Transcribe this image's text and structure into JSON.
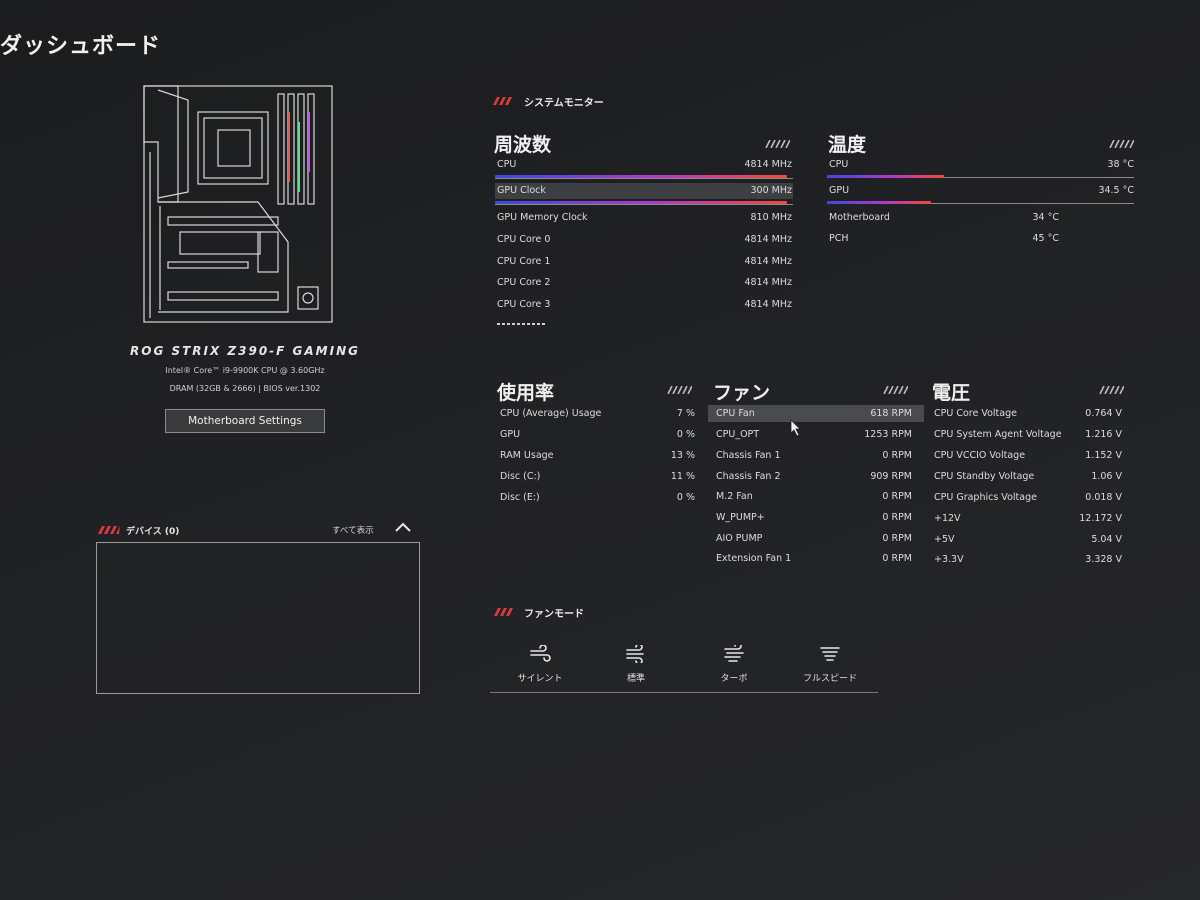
{
  "page": {
    "title": "ダッシュボード"
  },
  "motherboard": {
    "name": "ROG STRIX Z390-F GAMING",
    "cpu": "Intel® Core™ i9-9900K CPU @ 3.60GHz",
    "dram": "DRAM (32GB & 2666) | BIOS ver.1302",
    "settings_button": "Motherboard Settings"
  },
  "devices": {
    "title": "デバイス (0)",
    "show_all": "すべて表示"
  },
  "system_monitor": {
    "title": "システムモニター",
    "frequency": {
      "title": "周波数",
      "rows": [
        {
          "label": "CPU",
          "value": "4814 MHz"
        },
        {
          "label": "GPU Clock",
          "value": "300 MHz"
        },
        {
          "label": "GPU Memory Clock",
          "value": "810 MHz"
        },
        {
          "label": "CPU Core 0",
          "value": "4814 MHz"
        },
        {
          "label": "CPU Core 1",
          "value": "4814 MHz"
        },
        {
          "label": "CPU Core 2",
          "value": "4814 MHz"
        },
        {
          "label": "CPU Core 3",
          "value": "4814 MHz"
        }
      ],
      "bar_levels": [
        0.98,
        0.98
      ]
    },
    "temperature": {
      "title": "温度",
      "rows": [
        {
          "label": "CPU",
          "value": "38 °C"
        },
        {
          "label": "GPU",
          "value": "34.5 °C"
        },
        {
          "label": "Motherboard",
          "value": "34 °C"
        },
        {
          "label": "PCH",
          "value": "45 °C"
        }
      ],
      "bar_levels": [
        0.38,
        0.34
      ]
    },
    "usage": {
      "title": "使用率",
      "rows": [
        {
          "label": "CPU (Average) Usage",
          "value": "7 %"
        },
        {
          "label": "GPU",
          "value": "0 %"
        },
        {
          "label": "RAM Usage",
          "value": "13 %"
        },
        {
          "label": "Disc (C:)",
          "value": "11 %"
        },
        {
          "label": "Disc (E:)",
          "value": "0 %"
        }
      ]
    },
    "fan": {
      "title": "ファン",
      "rows": [
        {
          "label": "CPU Fan",
          "value": "618 RPM"
        },
        {
          "label": "CPU_OPT",
          "value": "1253 RPM"
        },
        {
          "label": "Chassis Fan 1",
          "value": "0 RPM"
        },
        {
          "label": "Chassis Fan 2",
          "value": "909 RPM"
        },
        {
          "label": "M.2 Fan",
          "value": "0 RPM"
        },
        {
          "label": "W_PUMP+",
          "value": "0 RPM"
        },
        {
          "label": "AIO PUMP",
          "value": "0 RPM"
        },
        {
          "label": "Extension Fan 1",
          "value": "0 RPM"
        }
      ]
    },
    "voltage": {
      "title": "電圧",
      "rows": [
        {
          "label": "CPU Core Voltage",
          "value": "0.764 V"
        },
        {
          "label": "CPU System Agent Voltage",
          "value": "1.216 V"
        },
        {
          "label": "CPU VCCIO Voltage",
          "value": "1.152 V"
        },
        {
          "label": "CPU Standby Voltage",
          "value": "1.06 V"
        },
        {
          "label": "CPU Graphics Voltage",
          "value": "0.018 V"
        },
        {
          "label": "+12V",
          "value": "12.172 V"
        },
        {
          "label": "+5V",
          "value": "5.04 V"
        },
        {
          "label": "+3.3V",
          "value": "3.328 V"
        }
      ]
    }
  },
  "fan_mode": {
    "title": "ファンモード",
    "modes": [
      {
        "label": "サイレント",
        "icon": "silent-fan-icon"
      },
      {
        "label": "標準",
        "icon": "standard-fan-icon"
      },
      {
        "label": "ターボ",
        "icon": "turbo-fan-icon"
      },
      {
        "label": "フルスピード",
        "icon": "full-speed-fan-icon"
      }
    ]
  },
  "colors": {
    "accent_red": "#e03b3b",
    "gradient_start": "#3c4bd8",
    "gradient_mid": "#b03ac8",
    "gradient_end": "#f04a36"
  }
}
